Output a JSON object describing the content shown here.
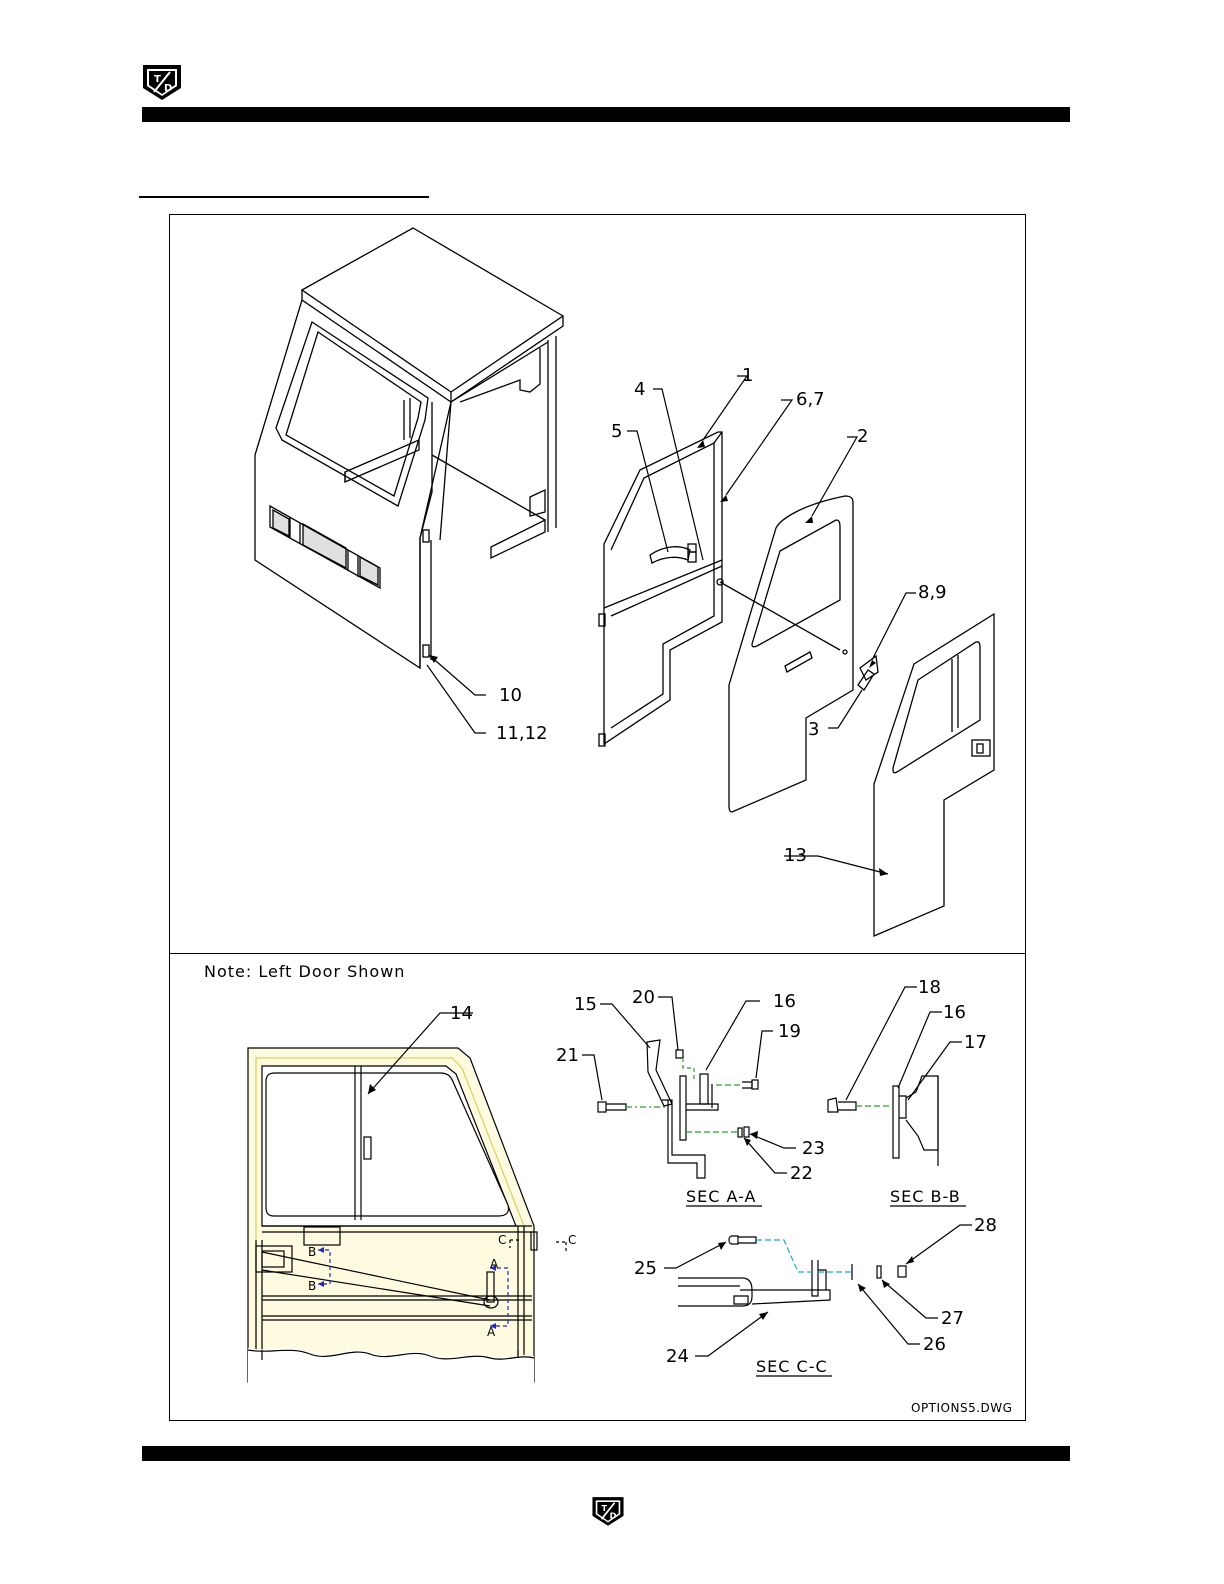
{
  "header": {
    "logo_icon": "td-logo-icon"
  },
  "footer": {
    "logo_icon": "td-logo-icon"
  },
  "top_figure": {
    "callouts": [
      "1",
      "2",
      "3",
      "4",
      "5",
      "6,7",
      "8,9",
      "10",
      "11,12",
      "13"
    ]
  },
  "bottom_figure": {
    "note": "Note:  Left  Door  Shown",
    "callout_14": "14",
    "sections": {
      "aa": {
        "title": "SEC  A-A",
        "callouts": [
          "15",
          "16",
          "19",
          "20",
          "21",
          "22",
          "23"
        ]
      },
      "bb": {
        "title": "SEC  B-B",
        "callouts": [
          "16",
          "17",
          "18"
        ]
      },
      "cc": {
        "title": "SEC  C-C",
        "callouts": [
          "24",
          "25",
          "26",
          "27",
          "28"
        ]
      }
    },
    "section_marks": [
      "A",
      "A",
      "B",
      "B",
      "C",
      "C"
    ]
  },
  "drawing_file": "OPTIONS5.DWG",
  "colors": {
    "dim_blue": "#1f2bb8",
    "dim_green": "#2aa02a",
    "dim_cyan": "#22a8c8",
    "frame_yellow": "#f4f0b8"
  }
}
